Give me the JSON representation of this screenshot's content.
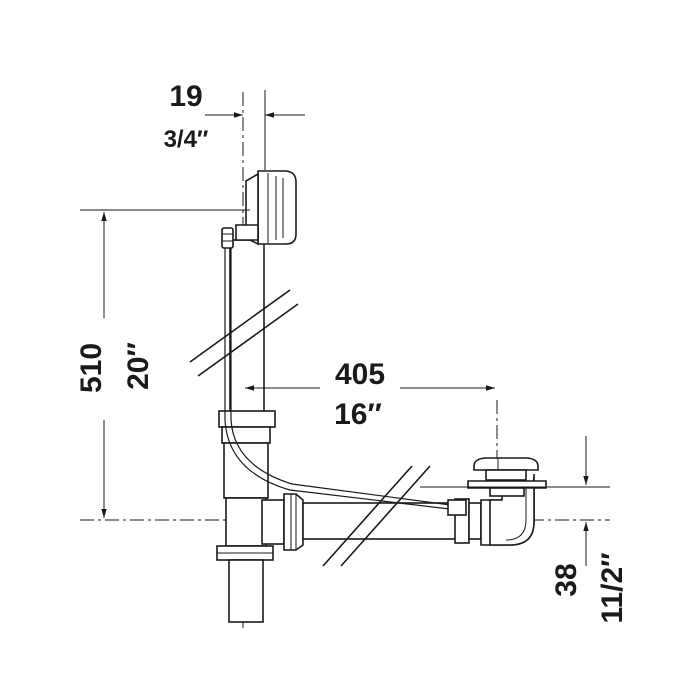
{
  "dimensions": {
    "outlet_top_mm": "19",
    "outlet_top_in": "3/4″",
    "overflow_height_mm": "510",
    "overflow_height_in": "20″",
    "drain_distance_mm": "405",
    "drain_distance_in": "16″",
    "drain_depth_mm": "38",
    "drain_depth_in": "11/2″"
  },
  "colors": {
    "line": "#1a1a1a",
    "background": "#ffffff"
  }
}
